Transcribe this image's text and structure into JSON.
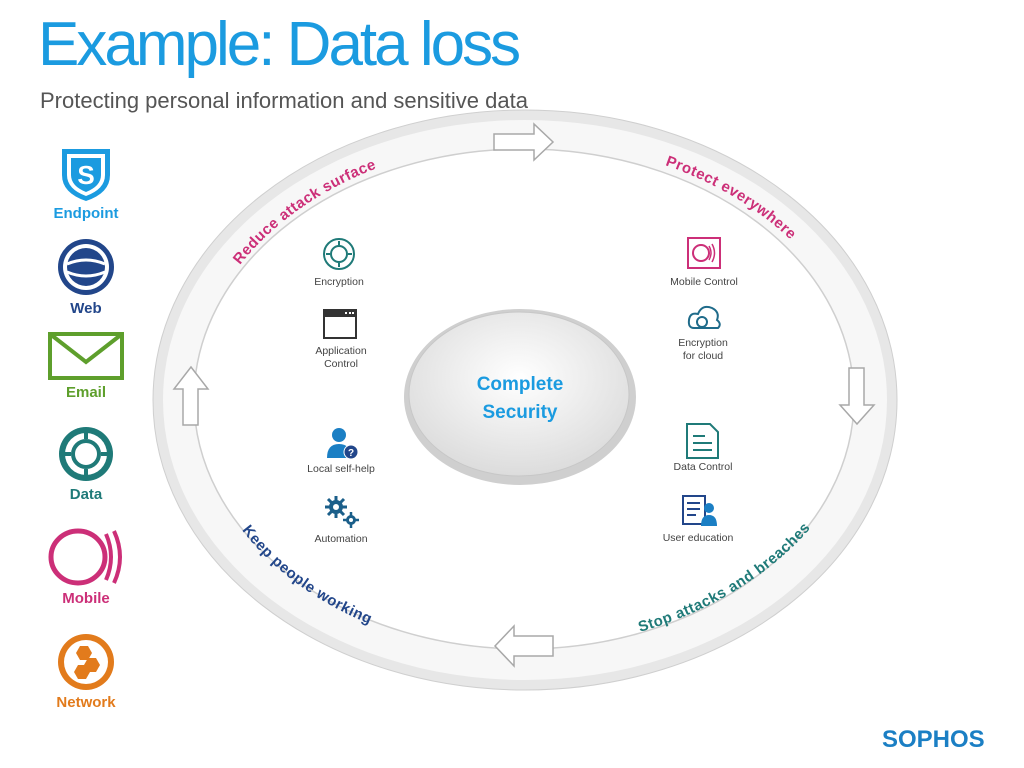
{
  "title": "Example: Data loss",
  "subtitle": "Protecting personal information and sensitive data",
  "colors": {
    "blue": "#1b9be0",
    "navy": "#22468a",
    "green": "#5e9f2c",
    "teal": "#1f7a78",
    "magenta": "#cc2f78",
    "orange": "#e27b1c",
    "logo": "#1b7fc4"
  },
  "sidebar": [
    {
      "label": "Endpoint",
      "icon": "shield-s-icon",
      "color": "#1b9be0"
    },
    {
      "label": "Web",
      "icon": "globe-icon",
      "color": "#22468a"
    },
    {
      "label": "Email",
      "icon": "envelope-icon",
      "color": "#5e9f2c"
    },
    {
      "label": "Data",
      "icon": "dial-icon",
      "color": "#1f7a78"
    },
    {
      "label": "Mobile",
      "icon": "mobile-waves-icon",
      "color": "#cc2f78"
    },
    {
      "label": "Network",
      "icon": "hexagon-network-icon",
      "color": "#e27b1c"
    }
  ],
  "ring_labels": {
    "top_left": "Reduce attack surface",
    "top_right": "Protect everywhere",
    "bottom_right": "Stop attacks and breaches",
    "bottom_left": "Keep people working"
  },
  "center": {
    "line1": "Complete",
    "line2": "Security"
  },
  "features": [
    {
      "label": "Encryption",
      "icon": "dial-icon"
    },
    {
      "label": "Application Control",
      "icon": "window-icon",
      "lines": [
        "Application",
        "Control"
      ]
    },
    {
      "label": "Local self-help",
      "icon": "user-help-icon"
    },
    {
      "label": "Automation",
      "icon": "gears-icon"
    },
    {
      "label": "Mobile Control",
      "icon": "mobile-waves-icon"
    },
    {
      "label": "Encryption for cloud",
      "icon": "cloud-lock-icon",
      "lines": [
        "Encryption",
        "for cloud"
      ]
    },
    {
      "label": "Data Control",
      "icon": "document-icon"
    },
    {
      "label": "User education",
      "icon": "user-document-icon"
    }
  ],
  "logo": "SOPHOS"
}
